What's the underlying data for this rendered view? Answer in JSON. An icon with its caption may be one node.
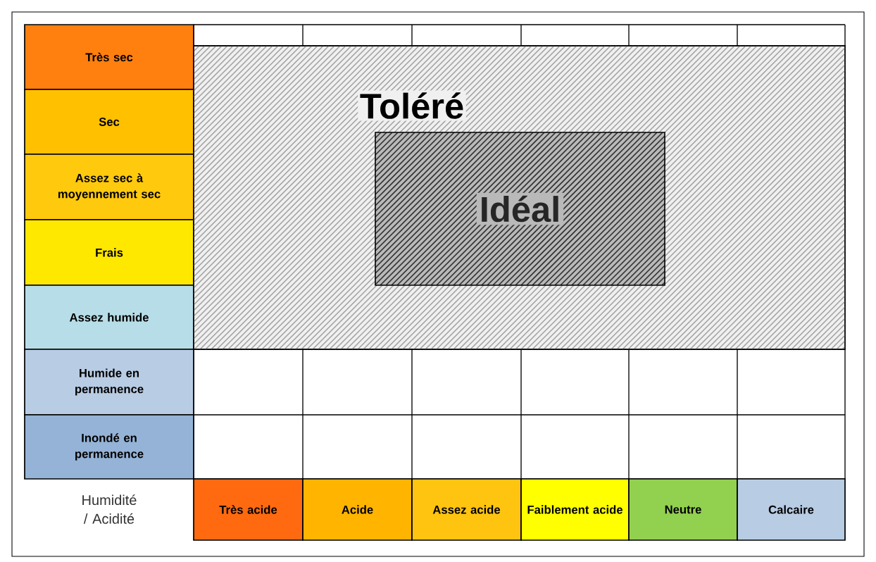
{
  "diagram": {
    "nodes": [
      {
        "text": [
          "Très sec"
        ]
      },
      {
        "text": [
          "Sec"
        ]
      },
      {
        "text": [
          "Assez sec à moyennement sec"
        ]
      },
      {
        "text": [
          "Frais"
        ]
      },
      {
        "text": [
          "Assez humide"
        ]
      },
      {
        "text": [
          "Humide en permanence"
        ]
      },
      {
        "text": [
          "Inondé en permanence"
        ]
      },
      {
        "text": [
          "Toléré"
        ]
      },
      {
        "text": [
          "Idéal"
        ],
        "in": 7
      },
      {
        "text": [
          "Très acide"
        ]
      },
      {
        "text": [
          "Acide"
        ]
      },
      {
        "text": [
          "Assez acide"
        ]
      },
      {
        "text": [
          "Faiblement acide"
        ]
      },
      {
        "text": [
          "Neutre"
        ]
      },
      {
        "text": [
          "Calcaire"
        ]
      }
    ],
    "labels": [
      "Humidité / Acidité"
    ]
  }
}
